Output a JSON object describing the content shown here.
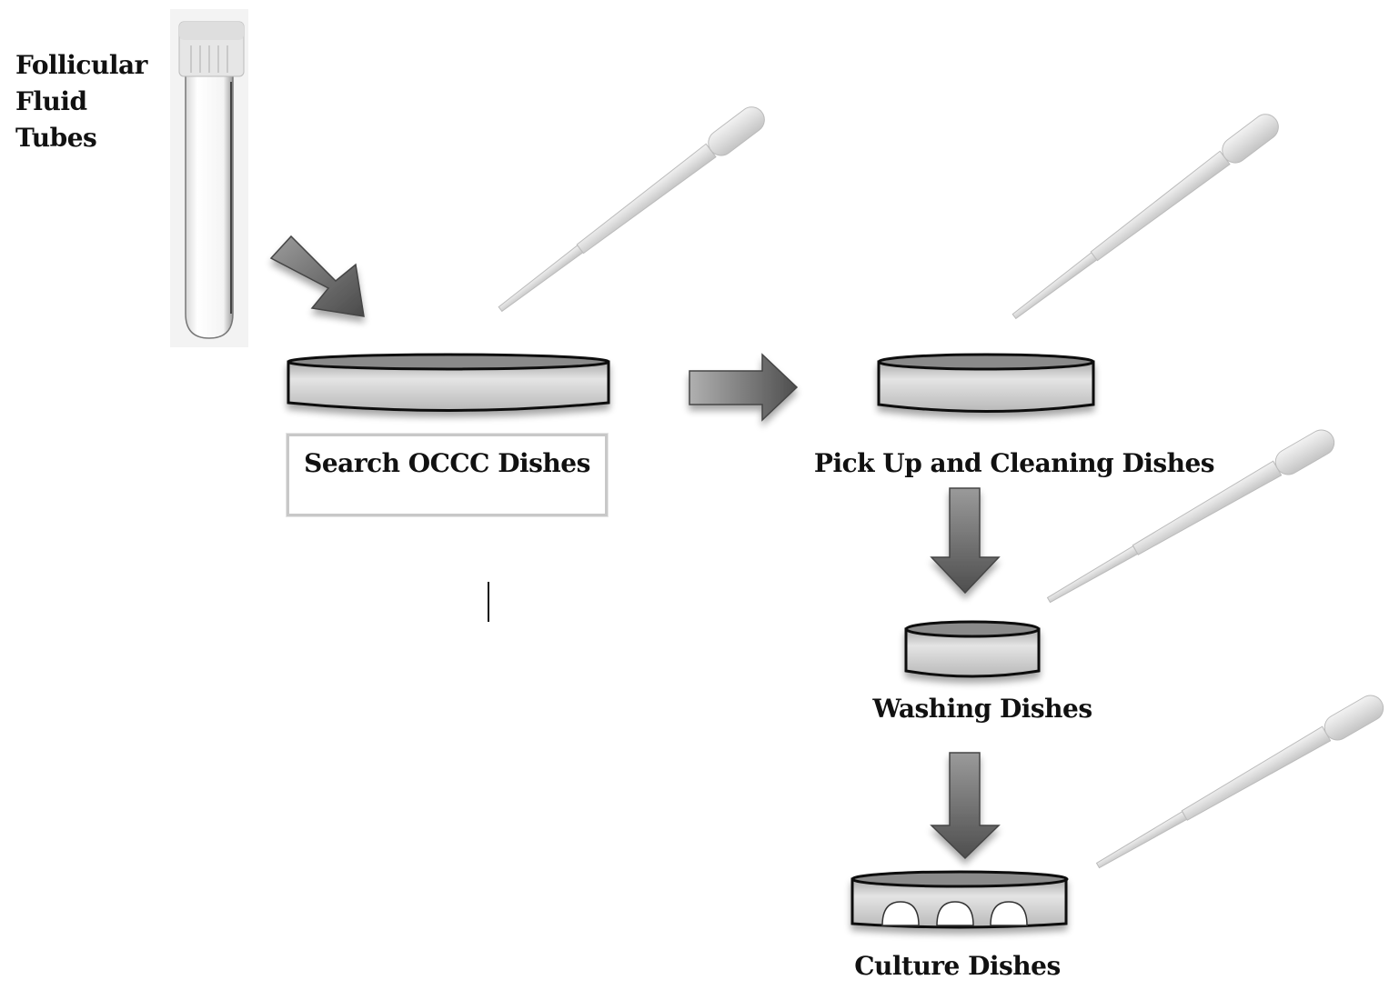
{
  "diagram": {
    "title_label": [
      "Follicular",
      "Fluid",
      "Tubes"
    ],
    "steps": [
      {
        "id": "search",
        "label": "Search OCCC Dishes"
      },
      {
        "id": "pickup",
        "label": "Pick Up and Cleaning Dishes"
      },
      {
        "id": "washing",
        "label": "Washing Dishes"
      },
      {
        "id": "culture",
        "label": "Culture Dishes"
      }
    ],
    "colors": {
      "arrow_dark": "#555555",
      "arrow_light": "#a8a8a8",
      "dish_top": "#8a8a8a",
      "dish_side_light": "#e0e0e0",
      "dish_side_dark": "#b5b5b5",
      "outline": "#111111",
      "label_box_border": "#c8c8c8"
    }
  }
}
